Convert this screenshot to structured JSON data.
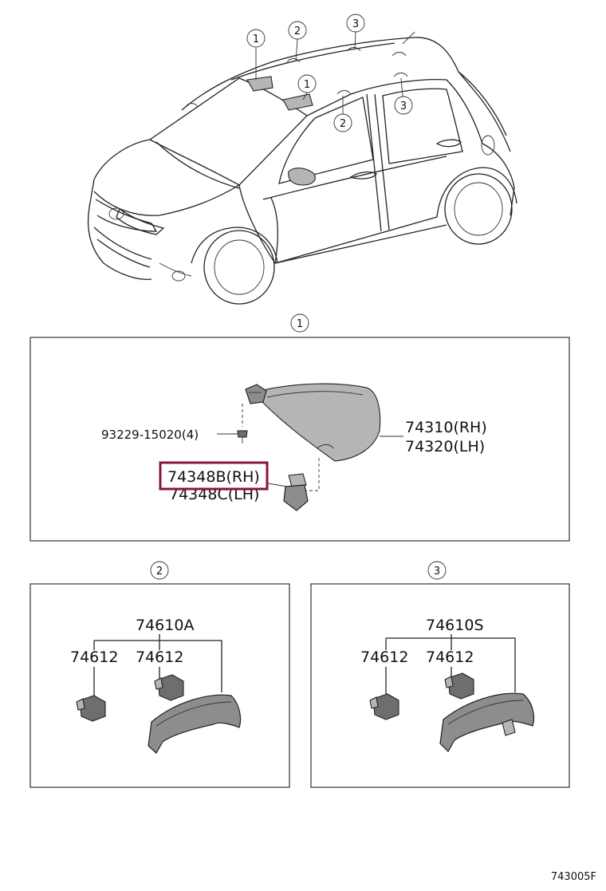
{
  "callouts": {
    "c1": "1",
    "c2": "2",
    "c3": "3"
  },
  "section1": {
    "screw": "93229-15020(4)",
    "visor_rh": "74310(RH)",
    "visor_lh": "74320(LH)",
    "holder_rh": "74348B(RH)",
    "holder_lh": "74348C(LH)"
  },
  "section2": {
    "assembly": "74610A",
    "clip_left": "74612",
    "clip_right": "74612"
  },
  "section3": {
    "assembly": "74610S",
    "clip_left": "74612",
    "clip_right": "74612"
  },
  "figure_code": "743005F",
  "highlight_color": "#8a1538"
}
